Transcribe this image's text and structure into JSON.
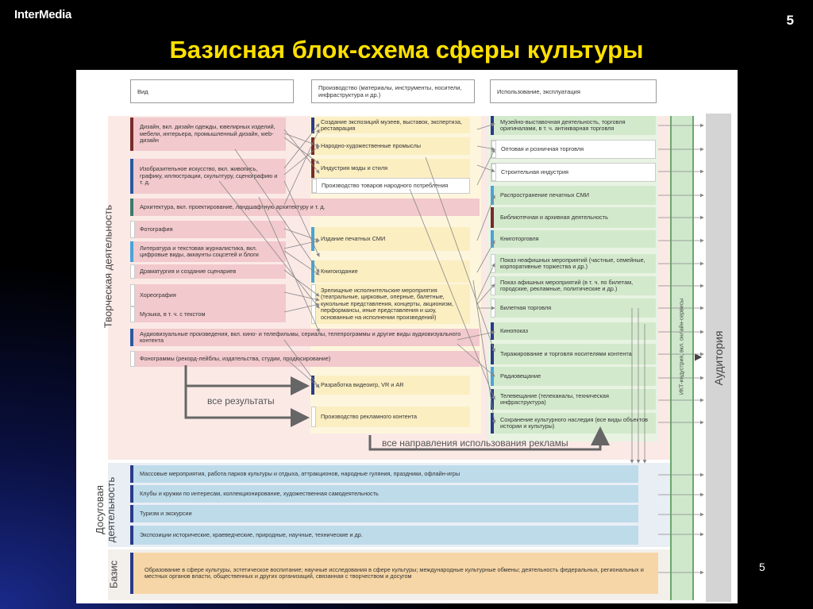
{
  "slide": {
    "logo": "InterMedia",
    "page_number": "5",
    "page_number_bottom": "5",
    "title": "Базисная блок-схема сферы культуры"
  },
  "headers": {
    "vid": "Вид",
    "production": "Производство (материалы, инструменты, носители, инфраструктура и др.)",
    "usage": "Использование, эксплуатация"
  },
  "side_labels": {
    "creative": "Творческая деятельность",
    "leisure": "Досуговая деятельность",
    "basis": "Базис",
    "ict": "ИКТ-индустрия, вкл. онлайн-сервисы",
    "audience": "Аудитория"
  },
  "creative_types": [
    {
      "label": "Дизайн, вкл. дизайн одежды, ювелирных изделий, мебели, интерьера, промышленный дизайн, web-дизайн",
      "color": "#7a2a2a"
    },
    {
      "label": "Изобразительное искусство, вкл. живопись, графику, иллюстрации, скульптуру, сценографию и т. д.",
      "color": "#2a5aa0"
    },
    {
      "label": "Архитектура, вкл. проектирование, ландшафтную архитектуру и т. д.",
      "color": "#3d7a6a"
    },
    {
      "label": "Фотография",
      "color": "#ffffff"
    },
    {
      "label": "Литература и текстовая журналистика, вкл. цифровые виды, аккаунты соцсетей и блоги",
      "color": "#4aa3d8"
    },
    {
      "label": "Драматургия и создание сценариев",
      "color": "#ffffff"
    },
    {
      "label": "Хореография",
      "color": "#ffffff"
    },
    {
      "label": "Музыка, в т. ч. с текстом",
      "color": "#ffffff"
    },
    {
      "label": "Аудиовизуальные произведения, вкл. кино- и телефильмы, сериалы, телепрограммы и другие виды аудиовизуального контента",
      "color": "#2a5aa0"
    },
    {
      "label": "Фонограммы (рекорд-лейблы, издательства, студии, продюсирование)",
      "color": "#ffffff"
    }
  ],
  "production": [
    {
      "label": "Создание экспозиций музеев, выставок, экспертиза, реставрация",
      "color": "#2a3a8a"
    },
    {
      "label": "Народно-художественные промыслы",
      "color": "#7a2a2a"
    },
    {
      "label": "Индустрия моды и стиля",
      "color": "#7a2a2a"
    },
    {
      "label": "Производство товаров народного потребления",
      "color": "#ffffff"
    },
    {
      "label": "Издание печатных СМИ",
      "color": "#4aa3d8"
    },
    {
      "label": "Книгоиздание",
      "color": "#4aa3d8"
    },
    {
      "label": "Зрелищные исполнительские мероприятия (театральные, цирковые, оперные, балетные, кукольные представления, концерты, акционизм, перформансы, иные представления и шоу, основанные на исполнении произведений)",
      "color": "#ffffff"
    },
    {
      "label": "Разработка видеоигр, VR и AR",
      "color": "#2a3a8a"
    },
    {
      "label": "Производство рекламного контента",
      "color": "#ffffff"
    }
  ],
  "usage": [
    {
      "label": "Музейно-выставочная деятельность, торговля оригиналами, в т. ч. антикварная торговля",
      "color": "#2a3a8a"
    },
    {
      "label": "Оптовая и розничная торговля",
      "color": "#ffffff"
    },
    {
      "label": "Строительная индустрия",
      "color": "#ffffff"
    },
    {
      "label": "Распространение печатных СМИ",
      "color": "#4aa3d8"
    },
    {
      "label": "Библиотечная и архивная деятельность",
      "color": "#7a2a2a"
    },
    {
      "label": "Книготорговля",
      "color": "#4aa3d8"
    },
    {
      "label": "Показ неафишных мероприятий (частные, семейные, корпоративные торжества и др.)",
      "color": "#ffffff"
    },
    {
      "label": "Показ афишных мероприятий (в т. ч. по билетам, городские, рекламные, политические и др.)",
      "color": "#ffffff"
    },
    {
      "label": "Билетная торговля",
      "color": "#ffffff"
    },
    {
      "label": "Кинопоказ",
      "color": "#2a3a8a"
    },
    {
      "label": "Тиражирование и торговля носителями контента",
      "color": "#2a3a8a"
    },
    {
      "label": "Радиовещание",
      "color": "#4aa3d8"
    },
    {
      "label": "Телевещание (телеканалы, техническая инфраструктура)",
      "color": "#2a3a8a"
    },
    {
      "label": "Сохранение культурного наследия (все виды объектов истории и культуры)",
      "color": "#2a3a8a"
    }
  ],
  "arrows_text": {
    "all_results": "все результаты",
    "all_ad_directions": "все направления использования рекламы"
  },
  "leisure": [
    {
      "label": "Массовые мероприятия, работа парков культуры и отдыха, аттракционов, народные гуляния, праздники, офлайн-игры",
      "color": "#2a3a8a"
    },
    {
      "label": "Клубы и кружки по интересам, коллекционирование, художественная самодеятельность",
      "color": "#2a3a8a"
    },
    {
      "label": "Туризм и экскурсии",
      "color": "#2a3a8a"
    },
    {
      "label": "Экспозиции исторические, краеведческие, природные, научные, технические и др.",
      "color": "#2a3a8a"
    }
  ],
  "basis": {
    "label": "Образование в сфере культуры, эстетическое воспитание; научные исследования в сфере культуры; международные культурные обмены; деятельность федеральных, региональных и местных органов власти, общественных и других организаций, связанная с творчеством и досугом",
    "color": "#2a3a8a"
  }
}
